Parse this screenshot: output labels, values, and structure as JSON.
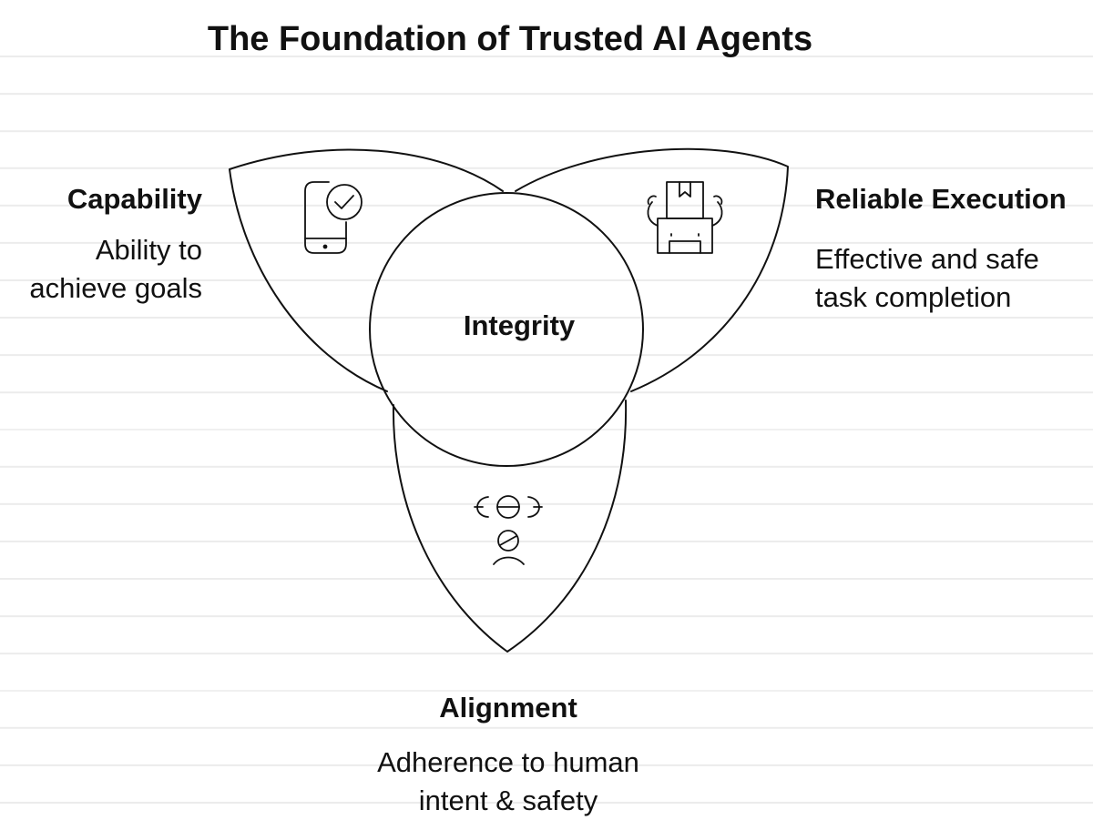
{
  "title": "The Foundation of Trusted AI Agents",
  "center": {
    "label": "Integrity"
  },
  "pillars": {
    "capability": {
      "title": "Capability",
      "desc_line1": "Ability to",
      "desc_line2": "achieve goals",
      "icon": "smartphone-check-icon"
    },
    "reliable_execution": {
      "title": "Reliable Execution",
      "desc_line1": "Effective and safe",
      "desc_line2": "task completion",
      "icon": "robot-package-icon"
    },
    "alignment": {
      "title": "Alignment",
      "desc_line1": "Adherence to human",
      "desc_line2": "intent & safety",
      "icon": "people-alignment-icon"
    }
  },
  "colors": {
    "stroke": "#111111",
    "background": "#ffffff",
    "rule_lines": "#ececec"
  }
}
